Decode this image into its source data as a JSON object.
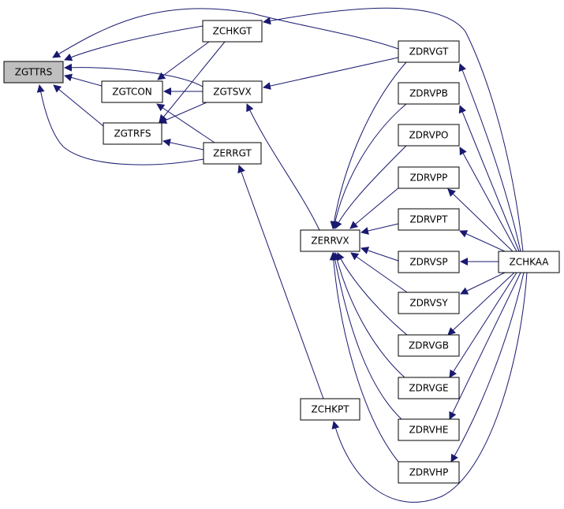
{
  "graph": {
    "title": "",
    "colors": {
      "edge": "#191970",
      "root_fill": "#bfbfbf",
      "node_fill": "#ffffff",
      "node_border": "#000000"
    },
    "nodes": [
      {
        "id": "ZGTTRS",
        "label": "ZGTTRS",
        "highlighted": true
      },
      {
        "id": "ZCHKGT",
        "label": "ZCHKGT"
      },
      {
        "id": "ZGTCON",
        "label": "ZGTCON"
      },
      {
        "id": "ZGTSVX",
        "label": "ZGTSVX"
      },
      {
        "id": "ZGTRFS",
        "label": "ZGTRFS"
      },
      {
        "id": "ZERRGT",
        "label": "ZERRGT"
      },
      {
        "id": "ZERRVX",
        "label": "ZERRVX"
      },
      {
        "id": "ZCHKPT",
        "label": "ZCHKPT"
      },
      {
        "id": "ZDRVGT",
        "label": "ZDRVGT"
      },
      {
        "id": "ZDRVPB",
        "label": "ZDRVPB"
      },
      {
        "id": "ZDRVPO",
        "label": "ZDRVPO"
      },
      {
        "id": "ZDRVPP",
        "label": "ZDRVPP"
      },
      {
        "id": "ZDRVPT",
        "label": "ZDRVPT"
      },
      {
        "id": "ZDRVSP",
        "label": "ZDRVSP"
      },
      {
        "id": "ZDRVSY",
        "label": "ZDRVSY"
      },
      {
        "id": "ZDRVGB",
        "label": "ZDRVGB"
      },
      {
        "id": "ZDRVGE",
        "label": "ZDRVGE"
      },
      {
        "id": "ZDRVHE",
        "label": "ZDRVHE"
      },
      {
        "id": "ZDRVHP",
        "label": "ZDRVHP"
      },
      {
        "id": "ZCHKAA",
        "label": "ZCHKAA"
      }
    ],
    "edges": [
      {
        "from": "ZCHKGT",
        "to": "ZGTTRS"
      },
      {
        "from": "ZDRVGT",
        "to": "ZGTTRS"
      },
      {
        "from": "ZGTCON",
        "to": "ZGTTRS"
      },
      {
        "from": "ZGTSVX",
        "to": "ZGTTRS"
      },
      {
        "from": "ZGTRFS",
        "to": "ZGTTRS"
      },
      {
        "from": "ZERRGT",
        "to": "ZGTTRS"
      },
      {
        "from": "ZCHKGT",
        "to": "ZGTCON"
      },
      {
        "from": "ZGTSVX",
        "to": "ZGTCON"
      },
      {
        "from": "ZERRGT",
        "to": "ZGTCON"
      },
      {
        "from": "ZCHKGT",
        "to": "ZGTRFS"
      },
      {
        "from": "ZGTSVX",
        "to": "ZGTRFS"
      },
      {
        "from": "ZERRGT",
        "to": "ZGTRFS"
      },
      {
        "from": "ZDRVGT",
        "to": "ZGTSVX"
      },
      {
        "from": "ZERRVX",
        "to": "ZGTSVX"
      },
      {
        "from": "ZCHKAA",
        "to": "ZCHKGT"
      },
      {
        "from": "ZCHKPT",
        "to": "ZERRGT"
      },
      {
        "from": "ZDRVGT",
        "to": "ZERRVX"
      },
      {
        "from": "ZDRVPB",
        "to": "ZERRVX"
      },
      {
        "from": "ZDRVPO",
        "to": "ZERRVX"
      },
      {
        "from": "ZDRVPP",
        "to": "ZERRVX"
      },
      {
        "from": "ZDRVPT",
        "to": "ZERRVX"
      },
      {
        "from": "ZDRVSP",
        "to": "ZERRVX"
      },
      {
        "from": "ZDRVSY",
        "to": "ZERRVX"
      },
      {
        "from": "ZDRVGB",
        "to": "ZERRVX"
      },
      {
        "from": "ZDRVGE",
        "to": "ZERRVX"
      },
      {
        "from": "ZDRVHE",
        "to": "ZERRVX"
      },
      {
        "from": "ZDRVHP",
        "to": "ZERRVX"
      },
      {
        "from": "ZCHKAA",
        "to": "ZDRVGT"
      },
      {
        "from": "ZCHKAA",
        "to": "ZDRVPB"
      },
      {
        "from": "ZCHKAA",
        "to": "ZDRVPO"
      },
      {
        "from": "ZCHKAA",
        "to": "ZDRVPP"
      },
      {
        "from": "ZCHKAA",
        "to": "ZDRVPT"
      },
      {
        "from": "ZCHKAA",
        "to": "ZDRVSP"
      },
      {
        "from": "ZCHKAA",
        "to": "ZDRVSY"
      },
      {
        "from": "ZCHKAA",
        "to": "ZDRVGB"
      },
      {
        "from": "ZCHKAA",
        "to": "ZDRVGE"
      },
      {
        "from": "ZCHKAA",
        "to": "ZDRVHE"
      },
      {
        "from": "ZCHKAA",
        "to": "ZDRVHP"
      },
      {
        "from": "ZCHKAA",
        "to": "ZCHKPT"
      }
    ]
  }
}
